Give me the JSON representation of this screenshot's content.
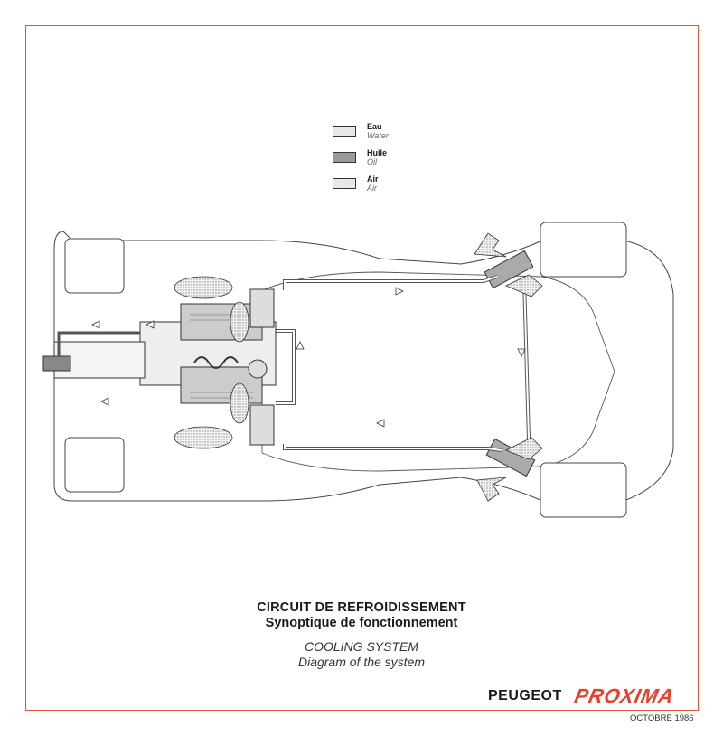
{
  "legend": {
    "items": [
      {
        "fr": "Eau",
        "en": "Water",
        "swatch": "water"
      },
      {
        "fr": "Huile",
        "en": "Oil",
        "swatch": "oil"
      },
      {
        "fr": "Air",
        "en": "Air",
        "swatch": "air"
      }
    ]
  },
  "title": {
    "line1": "CIRCUIT DE REFROIDISSEMENT",
    "line2": "Synoptique de fonctionnement",
    "line3": "COOLING SYSTEM",
    "line4": "Diagram of the system"
  },
  "brand": {
    "name": "PEUGEOT",
    "model": "PROXIMA"
  },
  "date": "OCTOBRE 1986",
  "colors": {
    "accent": "#e2533c",
    "brand_red": "#e8402a",
    "water": "#e8e8e8",
    "oil": "#9a9a9a"
  }
}
